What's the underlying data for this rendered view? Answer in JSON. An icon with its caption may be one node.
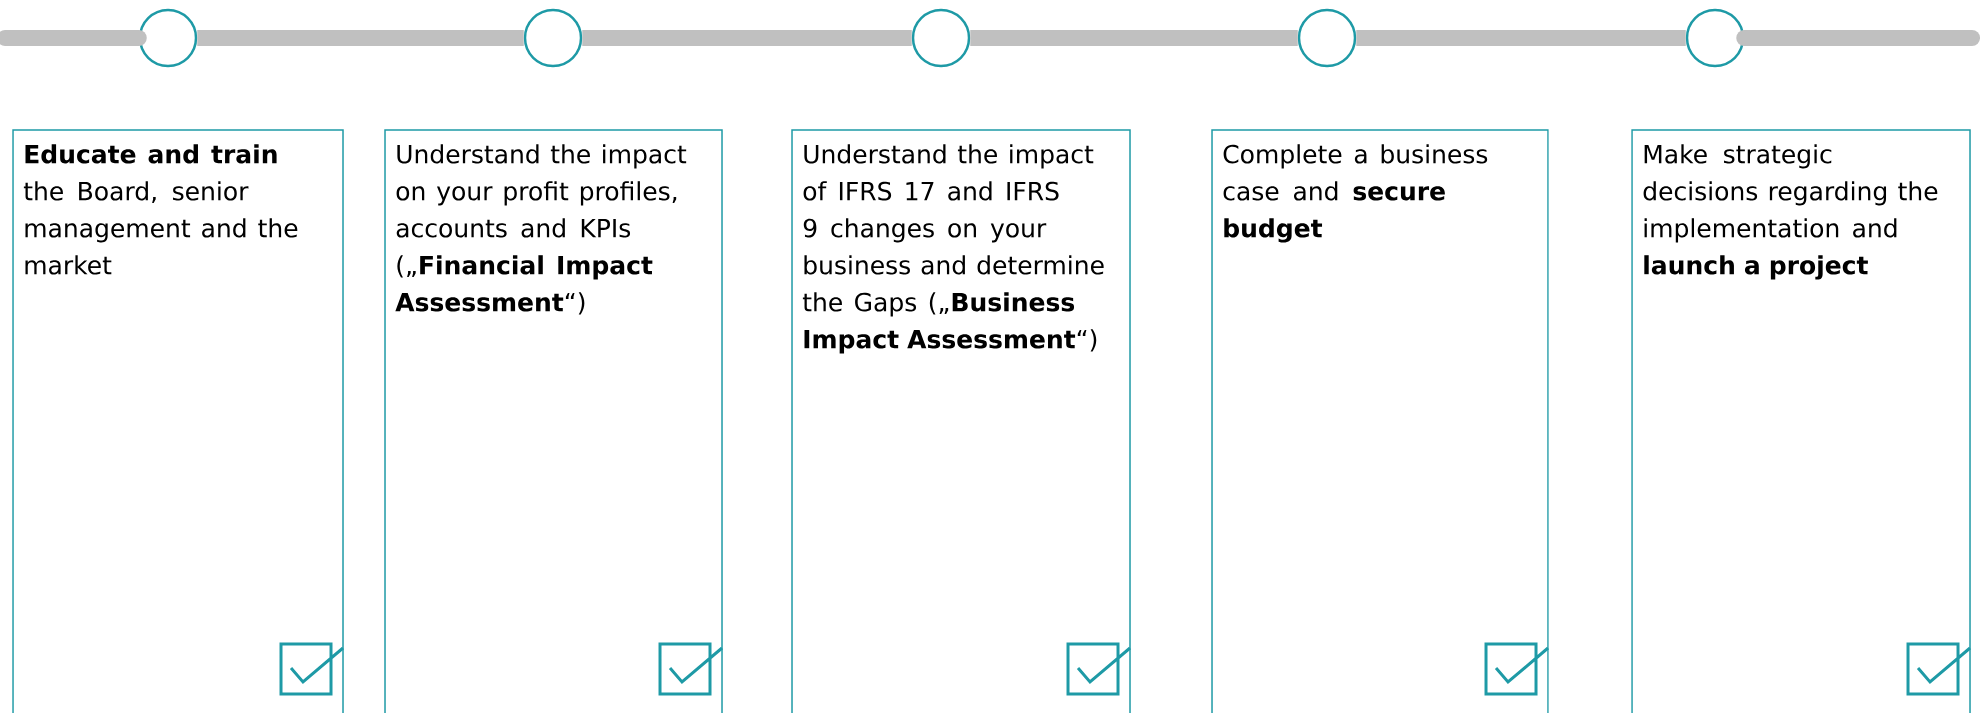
{
  "diagram": {
    "nodes": [
      {
        "text": [],
        "shape": "circle"
      },
      {
        "text": [],
        "shape": "circle"
      },
      {
        "text": [],
        "shape": "circle"
      },
      {
        "text": [],
        "shape": "circle"
      },
      {
        "text": [],
        "shape": "circle"
      },
      {
        "text": [
          "**Educate and train** the Board, senior management and the market"
        ]
      },
      {
        "text": [
          "Understand the impact on your profit profiles, accounts and KPIs („**Financial Impact Assessment**“)"
        ]
      },
      {
        "text": [
          "Understand the impact of IFRS 17 and IFRS 9 changes on your business and determine the Gaps („**Business Impact Assessment**“)"
        ]
      },
      {
        "text": [
          "Complete a business case and **secure budget**"
        ]
      },
      {
        "text": [
          "Make strategic decisions regarding the implementation and **launch a project**"
        ]
      }
    ],
    "edges": [
      {
        "from": 0,
        "to": 1,
        "arrow": "none"
      },
      {
        "from": 1,
        "to": 2,
        "arrow": "none"
      },
      {
        "from": 2,
        "to": 3,
        "arrow": "none"
      },
      {
        "from": 3,
        "to": 4,
        "arrow": "none"
      }
    ]
  }
}
